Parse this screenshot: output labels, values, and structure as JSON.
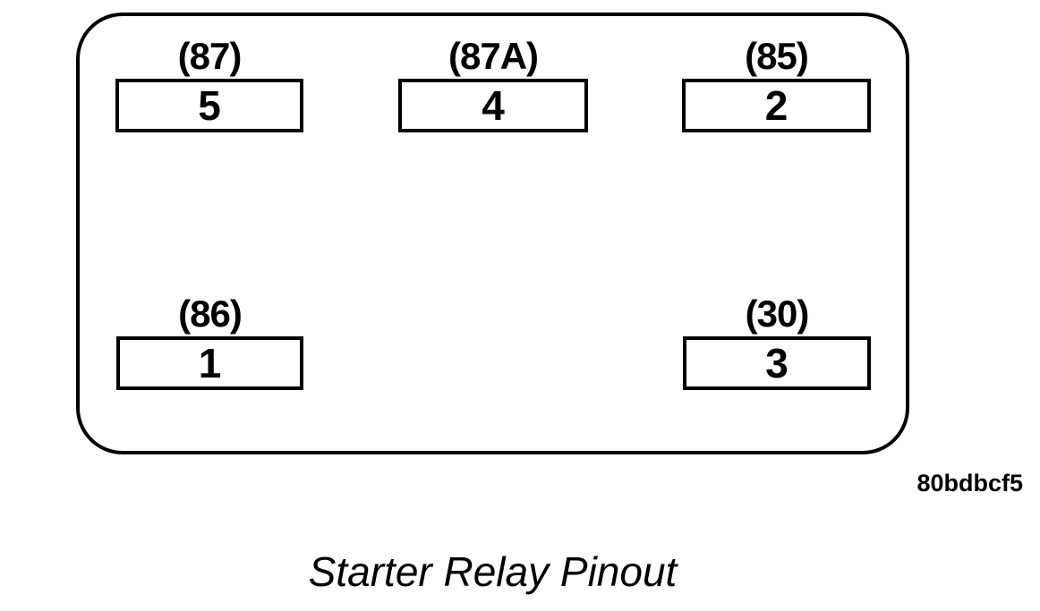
{
  "colors": {
    "foreground": "#000000",
    "background": "#ffffff"
  },
  "diagram": {
    "caption": "Starter Relay Pinout",
    "figure_code": "80bdbcf5",
    "pins": [
      {
        "terminal": "(87)",
        "cavity": "5",
        "position": "top-left"
      },
      {
        "terminal": "(87A)",
        "cavity": "4",
        "position": "top-center"
      },
      {
        "terminal": "(85)",
        "cavity": "2",
        "position": "top-right"
      },
      {
        "terminal": "(86)",
        "cavity": "1",
        "position": "bottom-left"
      },
      {
        "terminal": "(30)",
        "cavity": "3",
        "position": "bottom-right"
      }
    ]
  }
}
